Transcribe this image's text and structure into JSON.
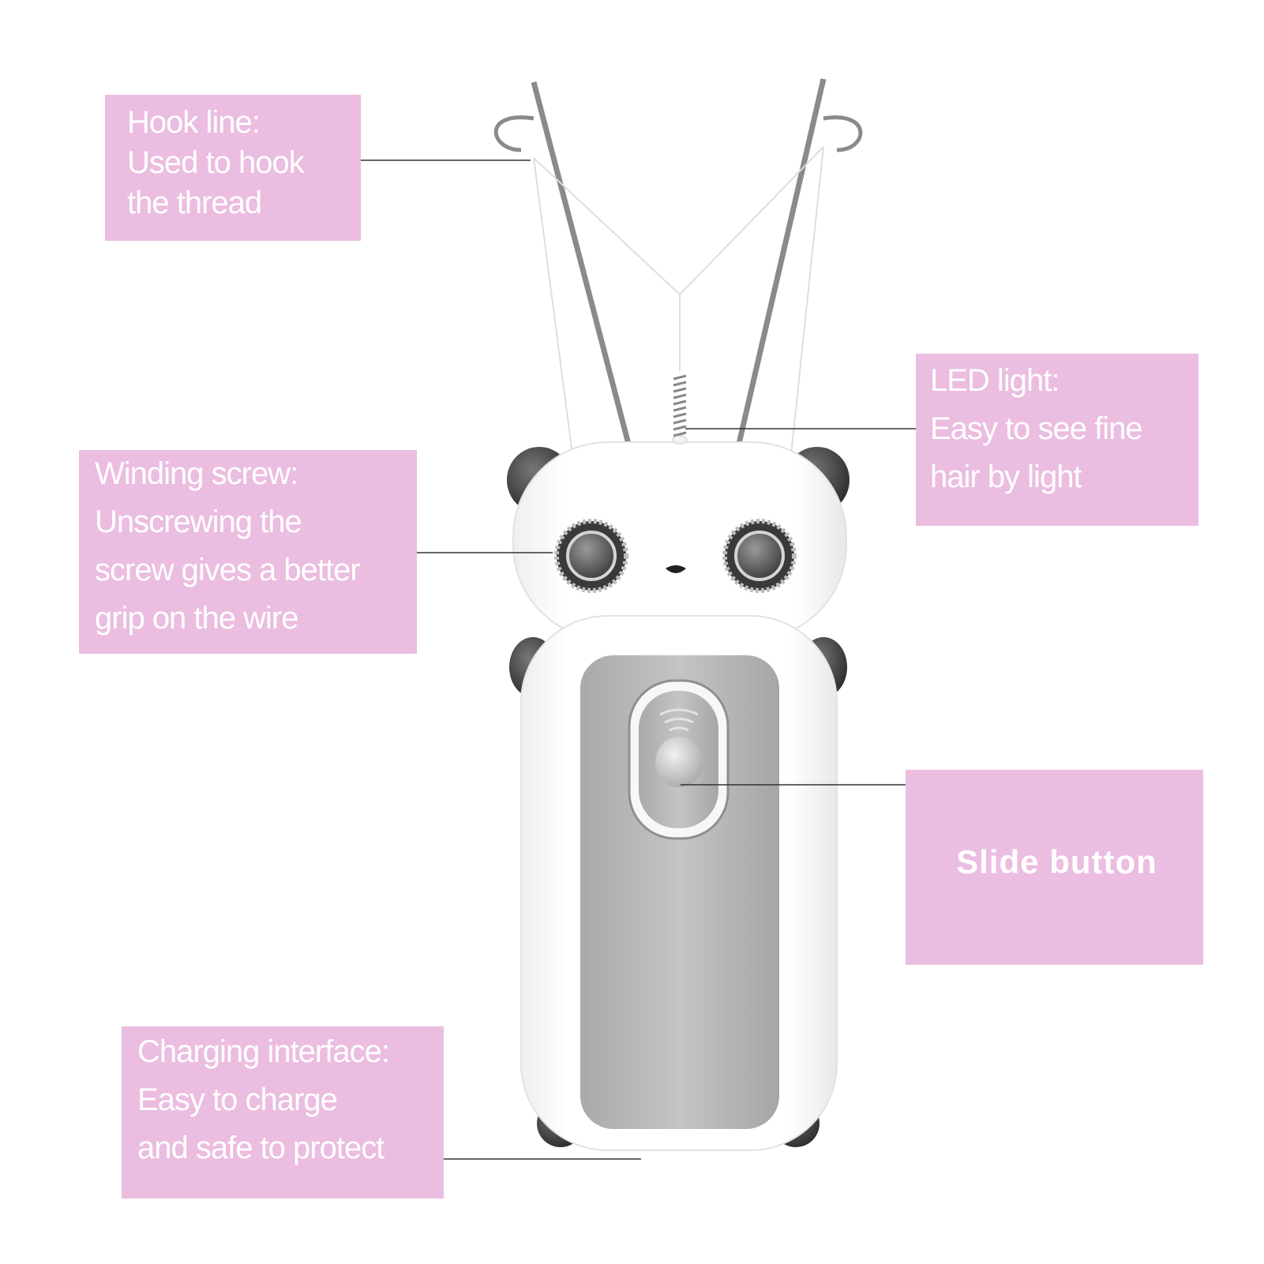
{
  "colors": {
    "label_background": "#ebbde0",
    "label_text": "#ffffff",
    "leader_line": "#333333"
  },
  "callouts": {
    "hook_line": {
      "lines": [
        "Hook line:",
        "Used to hook",
        "the thread"
      ]
    },
    "winding_screw": {
      "lines": [
        "Winding screw:",
        "Unscrewing the",
        "screw gives a better",
        "grip on the wire"
      ]
    },
    "led_light": {
      "lines": [
        "LED light:",
        "Easy to see fine",
        "hair by light"
      ]
    },
    "slide_button": {
      "lines": [
        "Slide button"
      ]
    },
    "charging_interface": {
      "lines": [
        "Charging interface:",
        "Easy to charge",
        "and safe to protect"
      ]
    }
  }
}
